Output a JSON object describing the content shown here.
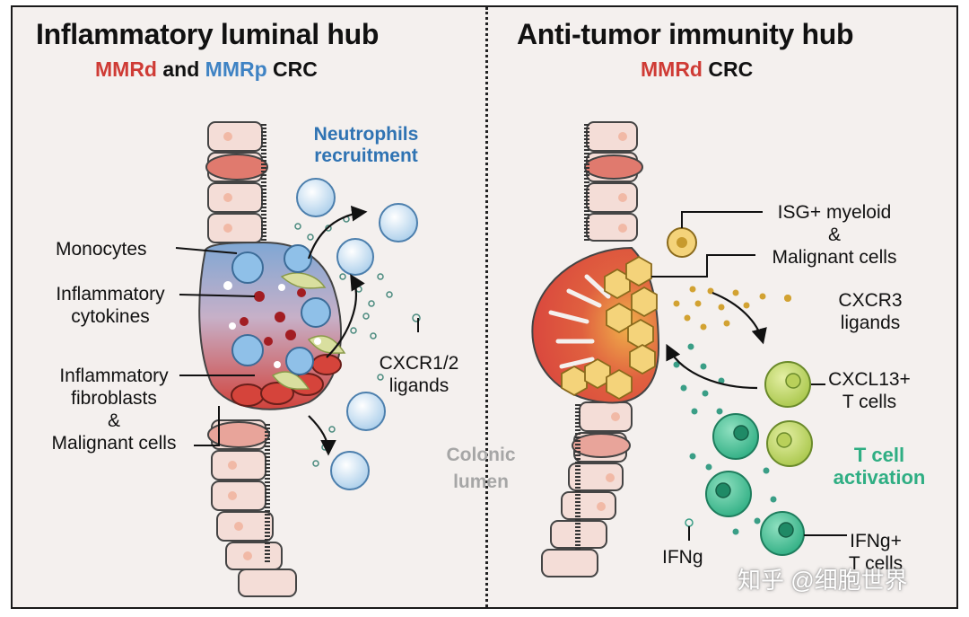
{
  "left_panel": {
    "title": "Inflammatory luminal hub",
    "subtitle_part1": "MMRd",
    "subtitle_part2": " and ",
    "subtitle_part3": "MMRp",
    "subtitle_part4": " CRC",
    "labels": {
      "neutrophils_line1": "Neutrophils",
      "neutrophils_line2": "recruitment",
      "monocytes": "Monocytes",
      "cytokines_line1": "Inflammatory",
      "cytokines_line2": "cytokines",
      "fibroblasts_line1": "Inflammatory",
      "fibroblasts_line2": "fibroblasts",
      "fibroblasts_line3": "&",
      "fibroblasts_line4": "Malignant cells",
      "cxcr_line1": "CXCR1/2",
      "cxcr_line2": "ligands"
    }
  },
  "center": {
    "lumen_line1": "Colonic",
    "lumen_line2": "lumen"
  },
  "right_panel": {
    "title": "Anti-tumor immunity hub",
    "subtitle_part1": "MMRd",
    "subtitle_part2": " CRC",
    "labels": {
      "isg_line1": "ISG+ myeloid",
      "isg_line2": "&",
      "isg_line3": "Malignant cells",
      "cxcr3_line1": "CXCR3",
      "cxcr3_line2": "ligands",
      "cxcl13_line1": "CXCL13+",
      "cxcl13_line2": "T cells",
      "tcell_line1": "T cell",
      "tcell_line2": "activation",
      "ifng": "IFNg",
      "ifng_t_line1": "IFNg+",
      "ifng_t_line2": "T cells"
    }
  },
  "watermark": "知乎 @细胞世界",
  "colors": {
    "mmrd_red": "#cf3b35",
    "mmrp_blue": "#3f83c4",
    "neutrophil_blue": "#2f73b3",
    "tcell_green": "#2fae83",
    "lumen_gray": "#a6a6a6"
  }
}
